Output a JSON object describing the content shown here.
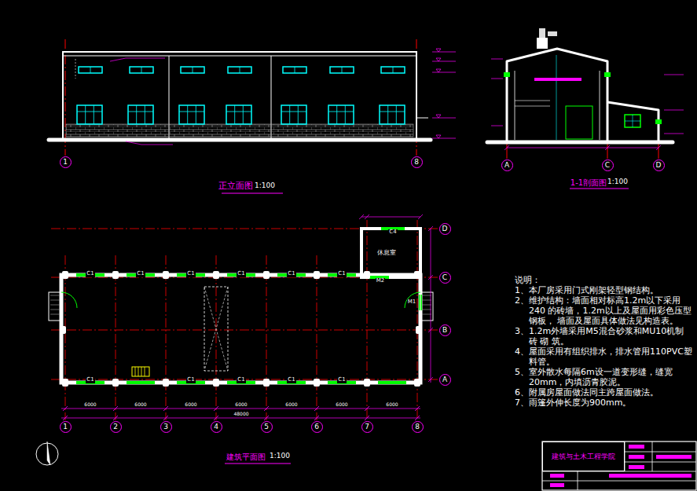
{
  "diagram": {
    "nodes": [
      {
        "text": [
          "1"
        ]
      },
      {
        "text": [
          "8"
        ]
      },
      {
        "text": [
          "A"
        ]
      },
      {
        "text": [
          "C"
        ]
      },
      {
        "text": [
          "D"
        ]
      },
      {
        "text": [
          "1"
        ]
      },
      {
        "text": [
          "2"
        ]
      },
      {
        "text": [
          "3"
        ]
      },
      {
        "text": [
          "4"
        ]
      },
      {
        "text": [
          "5"
        ]
      },
      {
        "text": [
          "6"
        ]
      },
      {
        "text": [
          "7"
        ]
      },
      {
        "text": [
          "8"
        ]
      },
      {
        "text": [
          "D"
        ]
      },
      {
        "text": [
          "C"
        ]
      },
      {
        "text": [
          "B"
        ]
      },
      {
        "text": [
          "A"
        ]
      },
      {
        "text": [
          "建筑与土木工程学院"
        ]
      }
    ],
    "labels": [
      "正立面图",
      "1:100",
      "1-1剖面图",
      "1:100",
      "建筑平面图",
      "1:100",
      "说明：",
      "1、本厂房采用门式刚架轻型钢结构。",
      "2、维护结构：墙面相对标高1.2m以下采用240 的砖墙，1.2m以上及屋面用彩色压型钢板， 墙面及屋面具体做法见构造表。",
      "3、1.2m外墙采用M5混合砂浆和MU10机制砖 砌 筑。",
      "4、屋面采用有组织排水，排水管用110PVC塑 料管。",
      "5、室外散水每隔6m设一道变形缝，缝宽 20mm，内填沥青胶泥。",
      "6、附属房屋面做法同主跨屋面做法。",
      "7、雨篷外伸长度为900mm。",
      "C1",
      "C1",
      "C1",
      "C1",
      "C1",
      "C1",
      "C1",
      "C1",
      "C1",
      "C1",
      "C1",
      "C4",
      "休息室",
      "M2",
      "M1",
      "6000",
      "6000",
      "6000",
      "6000",
      "6000",
      "6000",
      "6000",
      "48000"
    ]
  }
}
